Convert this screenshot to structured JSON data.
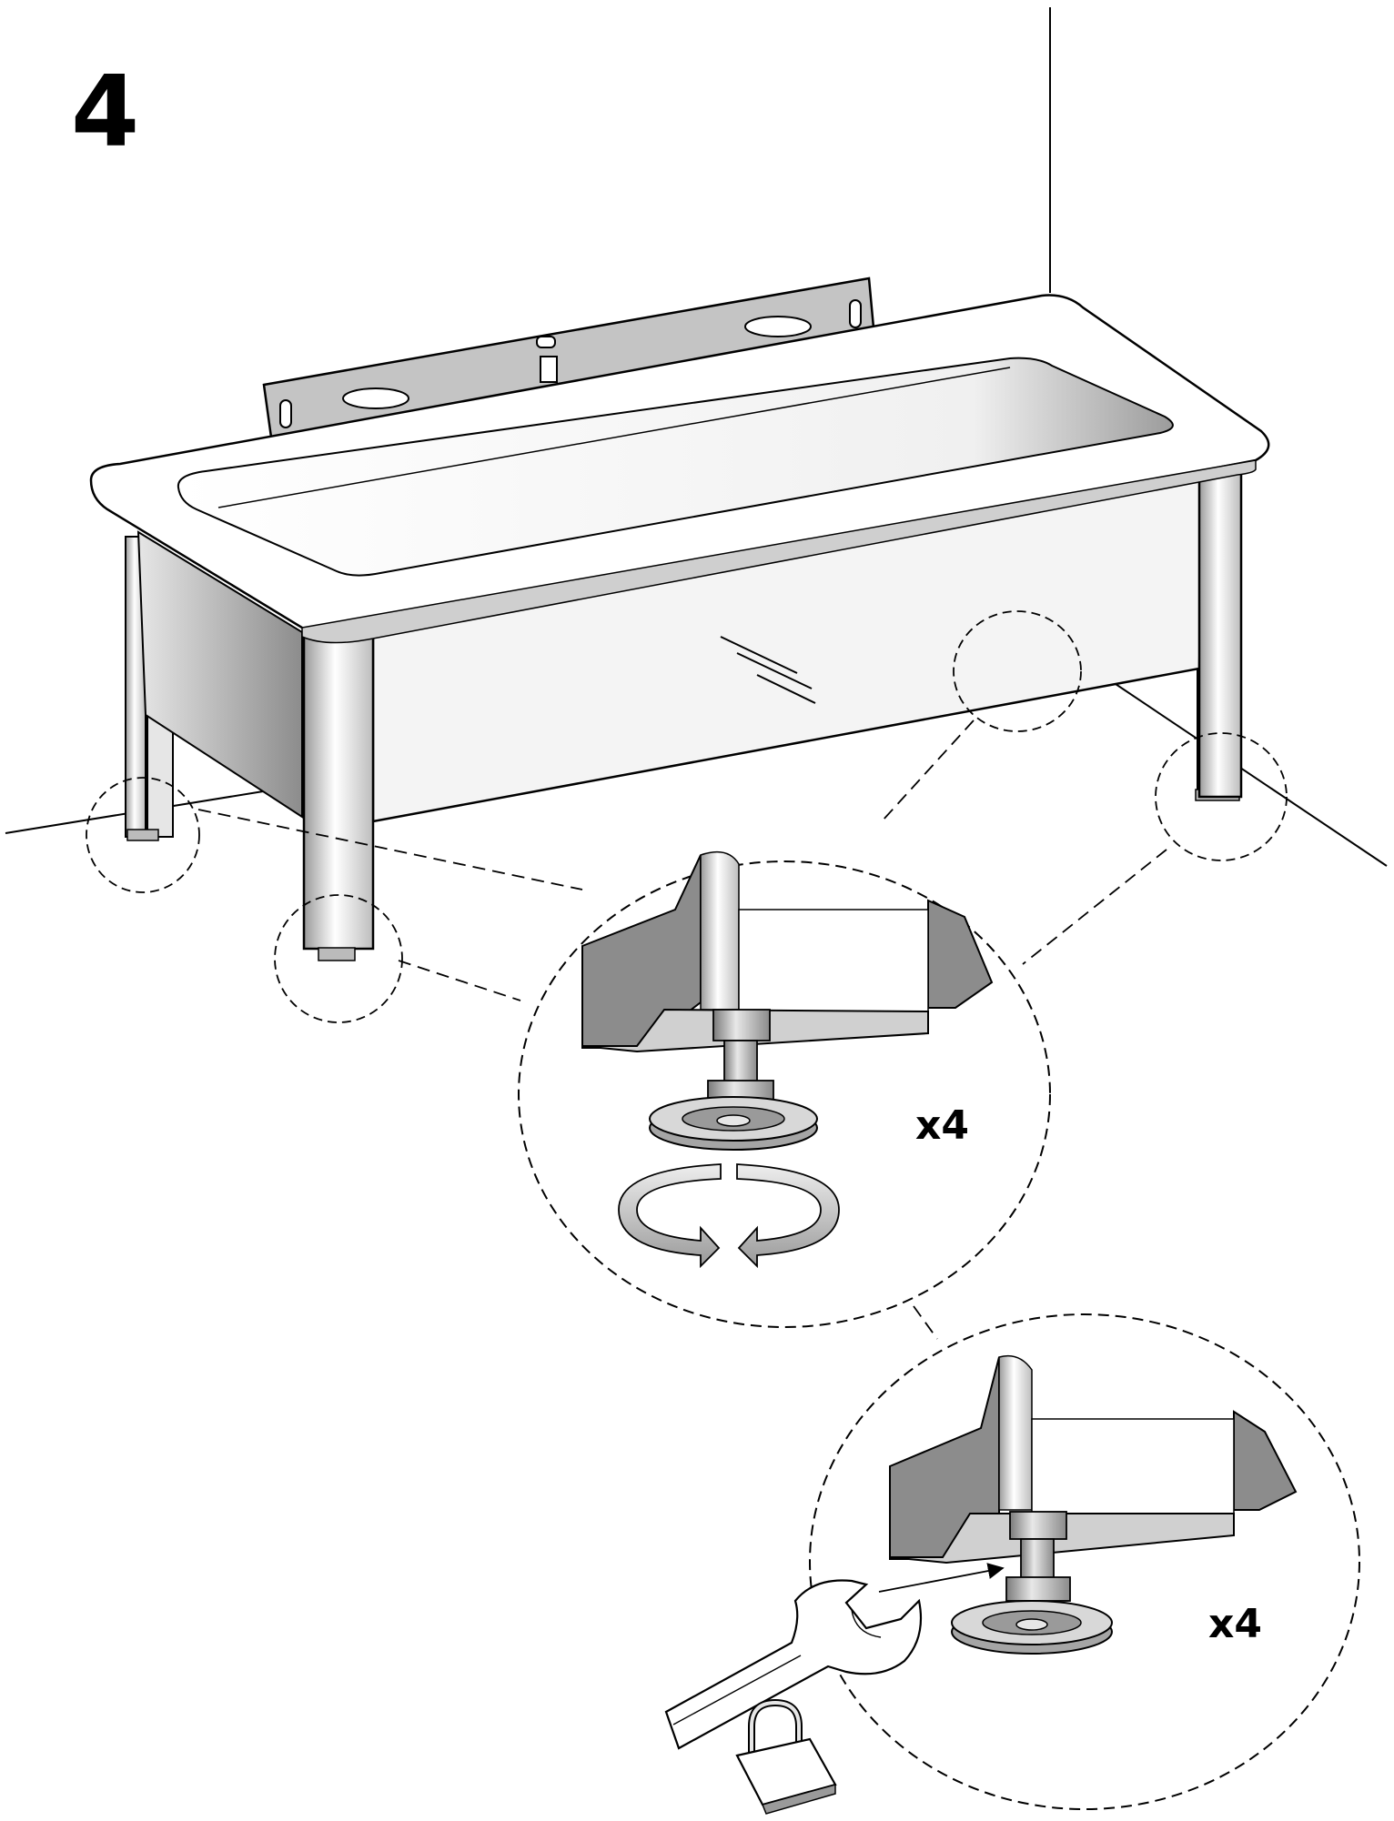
{
  "step": {
    "number": "4"
  },
  "detail_views": [
    {
      "quantity_label": "x4",
      "action": "adjust-foot-height"
    },
    {
      "quantity_label": "x4",
      "action": "tighten-lock-nut"
    }
  ],
  "icons": [
    "rotate-clockwise-icon",
    "rotate-counterclockwise-icon",
    "wrench-icon",
    "padlock-icon"
  ],
  "colors": {
    "line": "#000000",
    "fill": "#ffffff",
    "shade": "#8a8a8a",
    "panel": "#c8c8c8"
  }
}
